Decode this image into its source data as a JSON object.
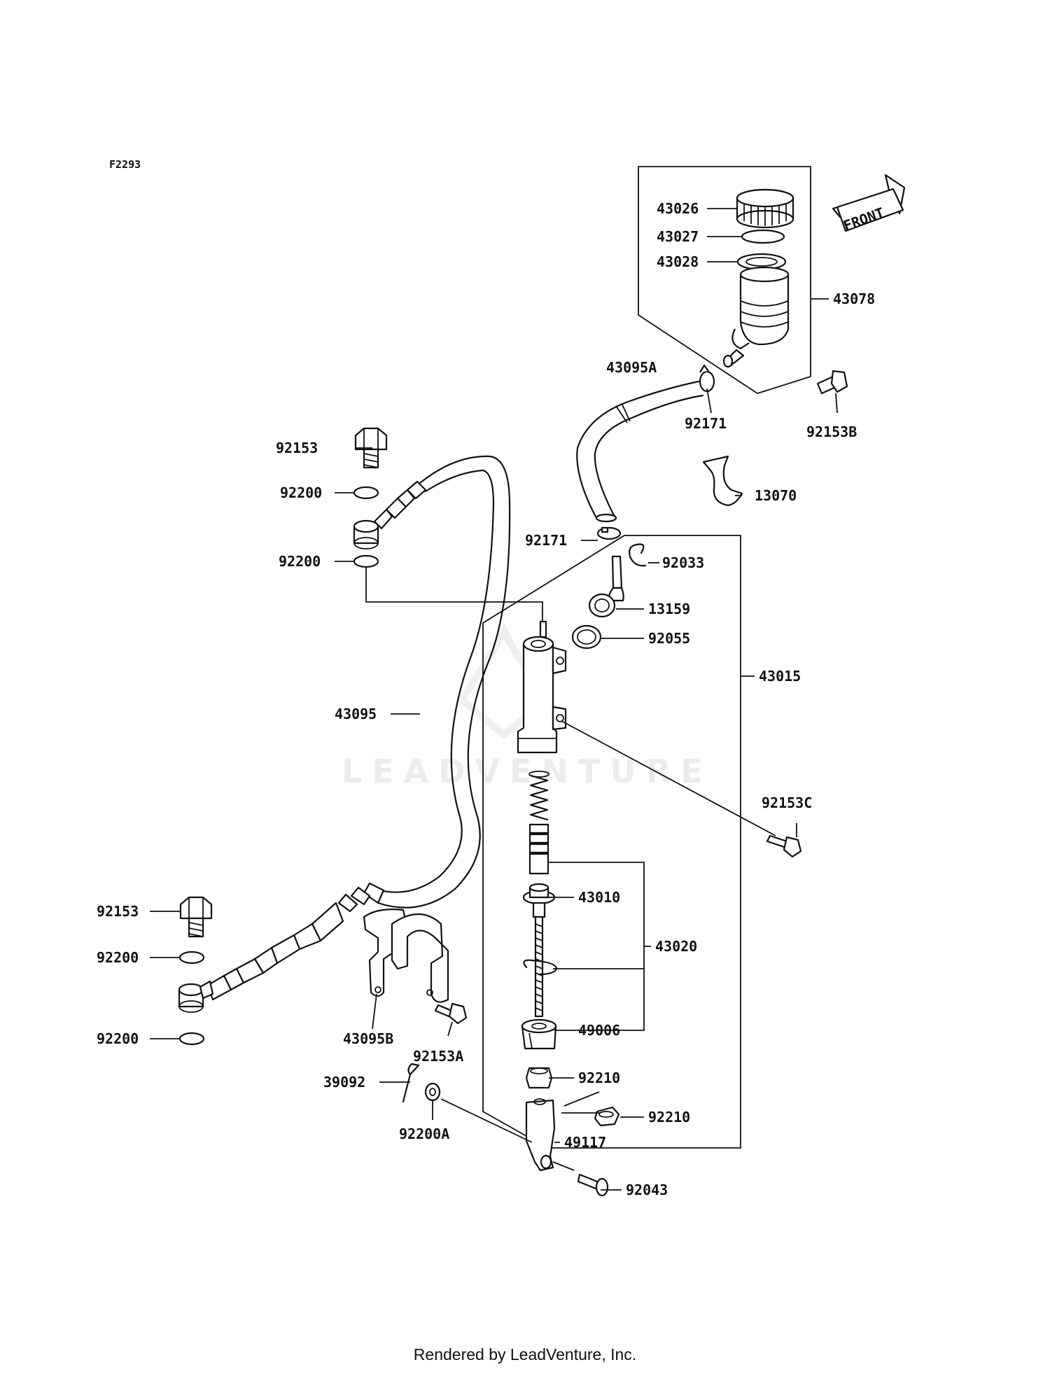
{
  "diagram_code": "F2293",
  "front_label": "FRONT",
  "watermark": "LEADVENTURE",
  "footer": "Rendered by LeadVenture, Inc.",
  "parts": {
    "p43026": "43026",
    "p43027": "43027",
    "p43028": "43028",
    "p43078": "43078",
    "p43095A": "43095A",
    "p92171_top": "92171",
    "p92153B": "92153B",
    "p92153_top": "92153",
    "p92200_a": "92200",
    "p92200_b": "92200",
    "p13070": "13070",
    "p92171_bot": "92171",
    "p92033": "92033",
    "p13159": "13159",
    "p92055": "92055",
    "p43015": "43015",
    "p43095": "43095",
    "p92153C": "92153C",
    "p43010": "43010",
    "p43020": "43020",
    "p92153_bot": "92153",
    "p92200_c": "92200",
    "p92200_d": "92200",
    "p43095B": "43095B",
    "p92153A": "92153A",
    "p49006": "49006",
    "p92210_a": "92210",
    "p92210_b": "92210",
    "p39092": "39092",
    "p92200A": "92200A",
    "p49117": "49117",
    "p92043": "92043"
  }
}
